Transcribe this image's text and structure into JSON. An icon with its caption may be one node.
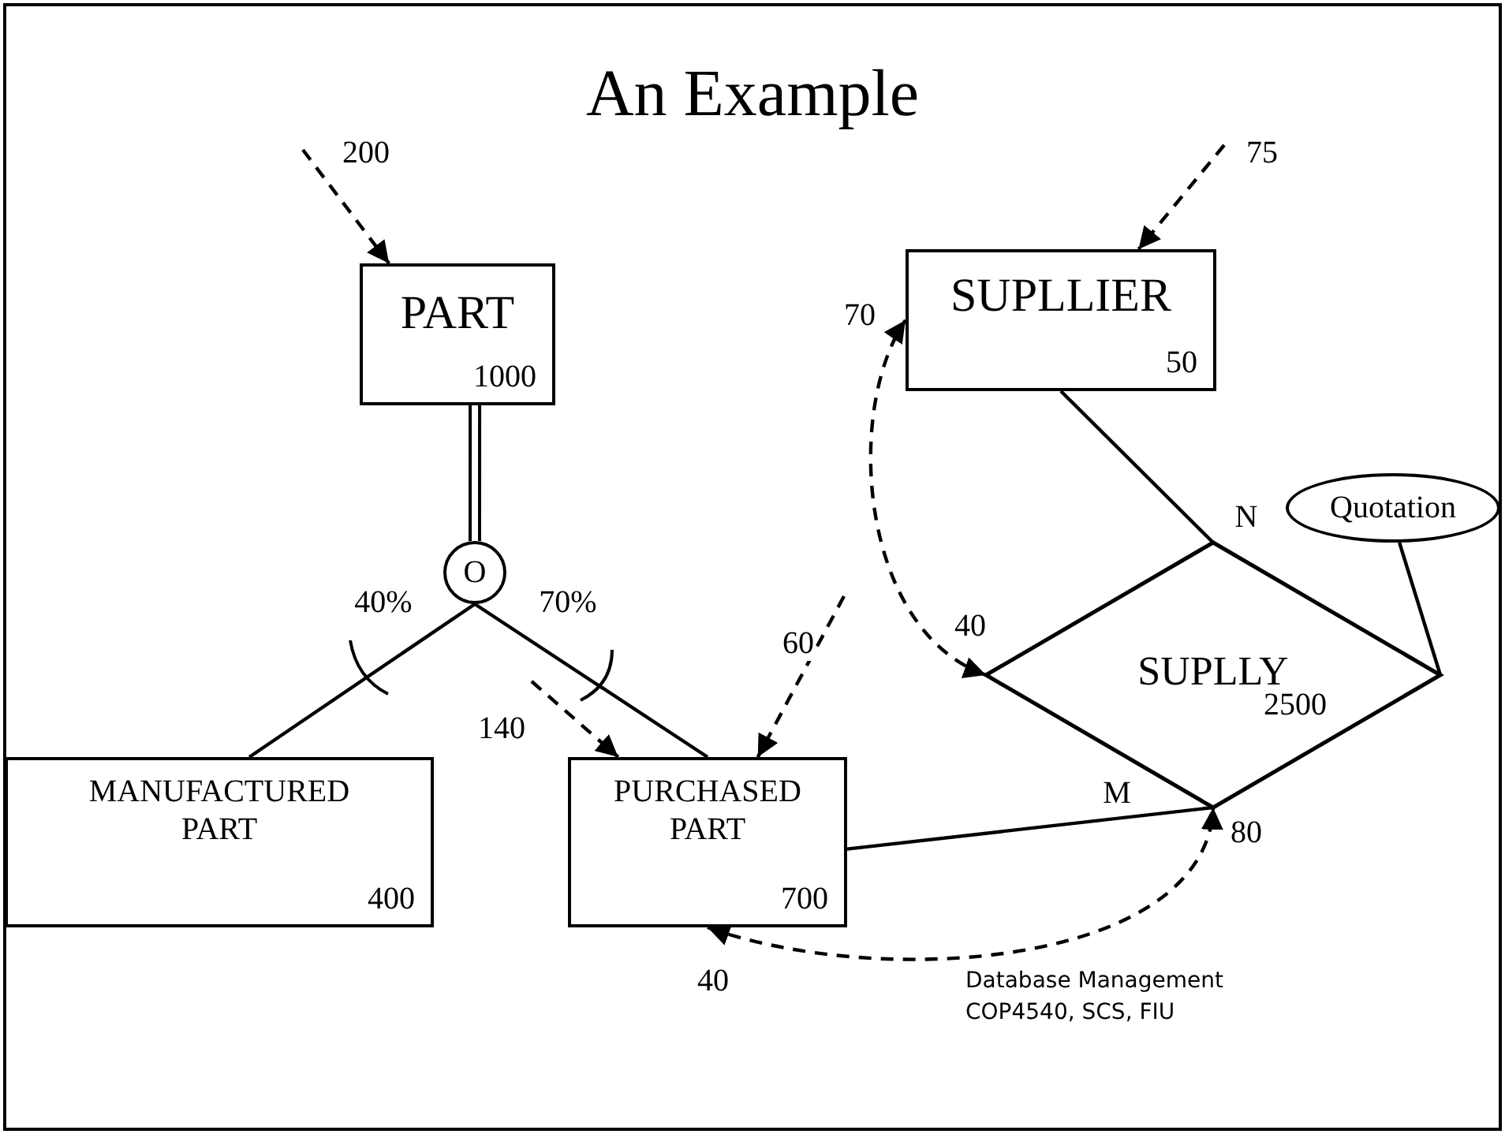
{
  "diagram": {
    "title": "An Example",
    "nodes": [
      {
        "text": [
          "PART",
          "1000"
        ]
      },
      {
        "text": [
          "O"
        ]
      },
      {
        "text": [
          "MANUFACTURED PART",
          "400"
        ]
      },
      {
        "text": [
          "PURCHASED PART",
          "700"
        ]
      },
      {
        "text": [
          "SUPLLIER",
          "50"
        ]
      },
      {
        "text": [
          "SUPLLY",
          "2500"
        ]
      },
      {
        "text": [
          "Quotation"
        ]
      }
    ],
    "edges": [
      {
        "from": null,
        "to": 0,
        "arrow": "to",
        "style": "dashed",
        "label": "200"
      },
      {
        "from": 0,
        "to": 1,
        "arrow": "none"
      },
      {
        "from": 1,
        "to": 2,
        "arrow": "none",
        "label": "40%"
      },
      {
        "from": 1,
        "to": 3,
        "arrow": "none",
        "label": "70%"
      },
      {
        "from": null,
        "to": 3,
        "arrow": "to",
        "style": "dashed",
        "label": "140"
      },
      {
        "from": null,
        "to": 3,
        "arrow": "to",
        "style": "dashed",
        "label": "60"
      },
      {
        "from": null,
        "to": 4,
        "arrow": "to",
        "style": "dashed",
        "label": "75"
      },
      {
        "from": 4,
        "to": 5,
        "arrow": "none",
        "label": "N"
      },
      {
        "from": 3,
        "to": 5,
        "arrow": "none",
        "label": "M"
      },
      {
        "from": 6,
        "to": 5,
        "arrow": "none"
      },
      {
        "from": 5,
        "to": 4,
        "arrow": "both",
        "style": "dashed"
      },
      {
        "from": 3,
        "to": 5,
        "arrow": "both",
        "style": "dashed"
      }
    ],
    "labels": [
      "70",
      "40",
      "80",
      "40",
      "Database Management COP4540, SCS, FIU"
    ]
  }
}
